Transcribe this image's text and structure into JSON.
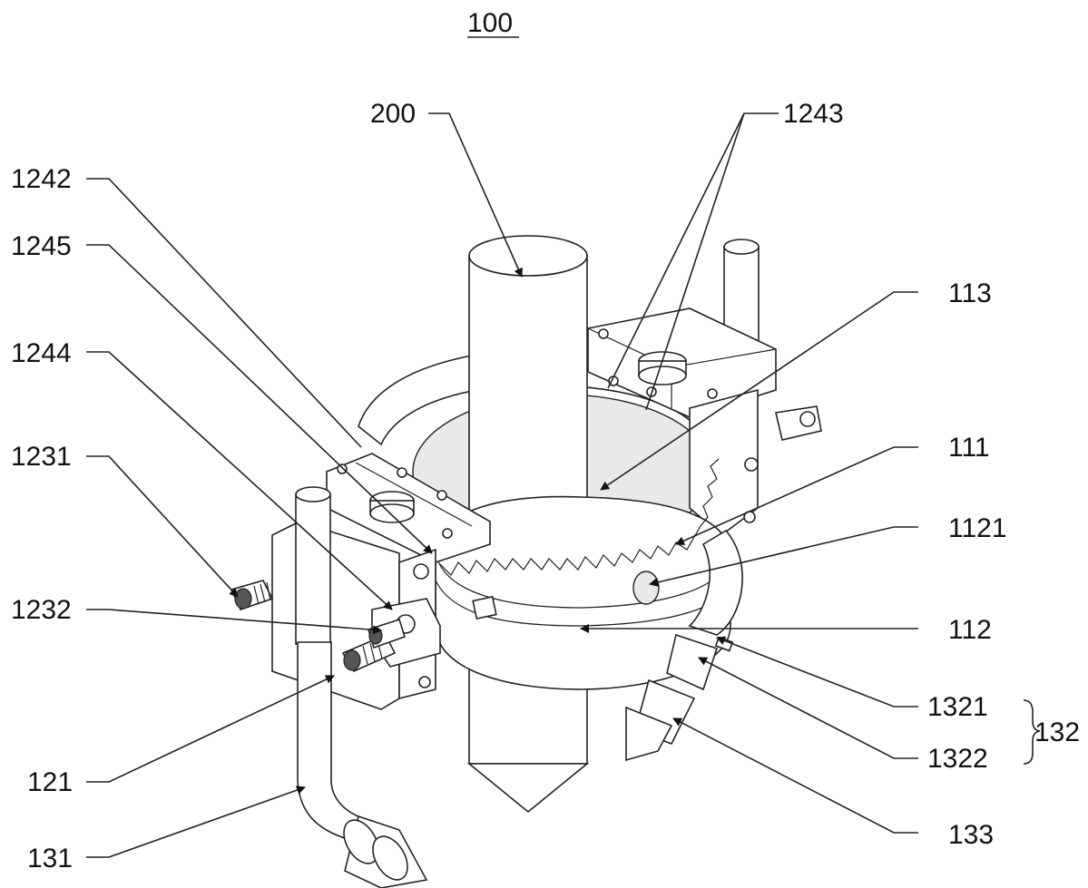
{
  "figure": {
    "number": "100"
  },
  "labels": {
    "l200": "200",
    "l1243": "1243",
    "l1242": "1242",
    "l1245": "1245",
    "l113": "113",
    "l1244": "1244",
    "l111": "111",
    "l1231": "1231",
    "l1121": "1121",
    "l1232": "1232",
    "l112": "112",
    "l1321": "1321",
    "l132": "132",
    "l1322": "1322",
    "l121": "121",
    "l133": "133",
    "l131": "131"
  }
}
